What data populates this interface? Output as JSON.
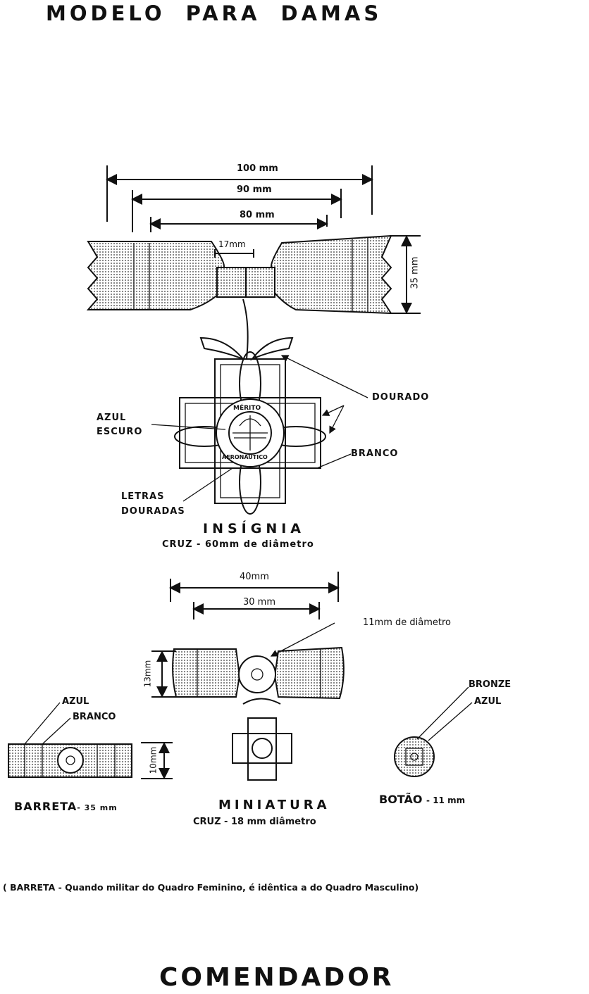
{
  "title": "MODELO PARA DAMAS",
  "insignia": {
    "dimensions": {
      "width_100": "100 mm",
      "width_90": "90 mm",
      "width_80": "80 mm",
      "center_17": "17mm",
      "height_35": "35 mm"
    },
    "medal_text": {
      "top": "MÉRITO",
      "bottom": "AERONÁUTICO"
    },
    "labels": {
      "dourado": "DOURADO",
      "azul_escuro_1": "AZUL",
      "azul_escuro_2": "ESCURO",
      "branco": "BRANCO",
      "letras_1": "LETRAS",
      "letras_2": "DOURADAS"
    },
    "caption": "INSÍGNIA",
    "subcaption": "CRUZ - 60mm de diâmetro"
  },
  "miniatura": {
    "dimensions": {
      "width_40": "40mm",
      "width_30": "30 mm",
      "height_13": "13mm",
      "center": "11mm de diâmetro"
    },
    "caption": "MINIATURA",
    "subcaption": "CRUZ - 18 mm diâmetro"
  },
  "barreta": {
    "labels": {
      "azul": "AZUL",
      "branco": "BRANCO"
    },
    "height": "10mm",
    "caption": "BARRETA",
    "caption_size": "- 35 mm"
  },
  "botao": {
    "labels": {
      "bronze": "BRONZE",
      "azul": "AZUL"
    },
    "caption": "BOTÃO",
    "caption_size": "- 11 mm"
  },
  "footnote": "( BARRETA - Quando militar do Quadro Feminino, é idêntica a do Quadro Masculino)",
  "footer_title": "COMENDADOR",
  "colors": {
    "ink": "#111111",
    "paper": "#ffffff"
  }
}
